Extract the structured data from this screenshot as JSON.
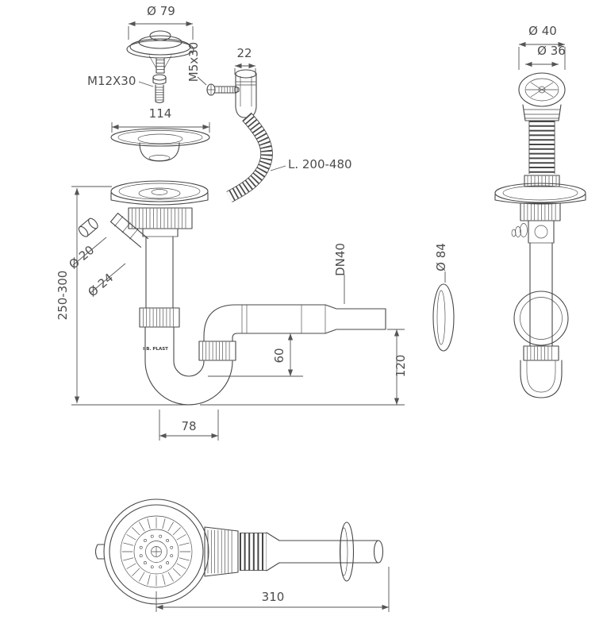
{
  "drawing": {
    "colors": {
      "line": "#474747",
      "dimension": "#555555",
      "background": "#ffffff"
    }
  },
  "labels": {
    "exploded": {
      "cap_dia": "Ø 79",
      "cap_screw": "M12X30",
      "basket_flange_width": "114",
      "overflow_screw": "M5x30",
      "overflow_body_width": "22",
      "hose_length": "L. 200-480"
    },
    "front": {
      "inlet_height_range": "250-300",
      "hose_tail_dia_small": "Ø 20",
      "hose_tail_dia_large": "Ø 24",
      "outlet_pipe_dn": "DN40",
      "escutcheon_dia": "Ø 84",
      "trap_seal_depth": "60",
      "outlet_axis_height": "120",
      "trap_center_offset": "78",
      "brand": "I.B. PLAST"
    },
    "side": {
      "overflow_cap_outer_dia": "Ø 40",
      "overflow_cap_inner_dia": "Ø 36"
    },
    "top": {
      "overall_length": "310"
    }
  }
}
